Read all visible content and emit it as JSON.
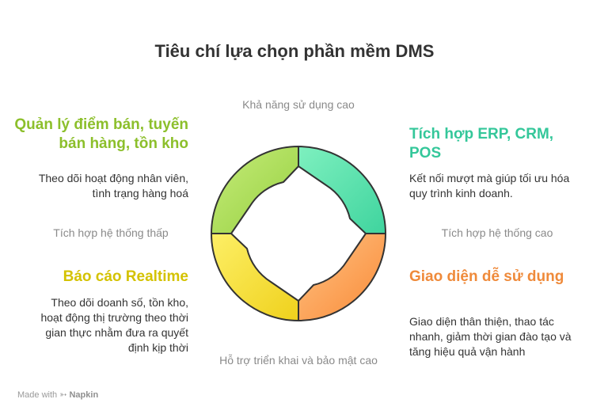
{
  "title": "Tiêu chí lựa chọn phần mềm DMS",
  "axes": {
    "top": "Khả năng sử dụng cao",
    "left": "Tích hợp hệ thống thấp",
    "right": "Tích hợp hệ thống cao",
    "bottom": "Hỗ trợ triển khai và bảo mật cao"
  },
  "quadrants": {
    "top_left": {
      "title": "Quản lý điểm bán, tuyến bán hàng, tồn kho",
      "description": "Theo dõi hoạt động nhân viên, tình trạng hàng hoá",
      "color": "#8cbf2b"
    },
    "top_right": {
      "title": "Tích hợp ERP, CRM, POS",
      "description": "Kết nối mượt mà giúp tối ưu hóa quy trình kinh doanh.",
      "color": "#34c79a"
    },
    "bottom_left": {
      "title": "Báo cáo Realtime",
      "description": "Theo dõi doanh số, tồn kho, hoạt động thị trường theo thời gian thực nhằm đưa ra quyết định kịp thời",
      "color": "#d4c200"
    },
    "bottom_right": {
      "title": "Giao diện dễ sử dụng",
      "description": "Giao diện thân thiện, thao tác nhanh, giảm thời gian đào tạo và tăng hiệu quả vận hành",
      "color": "#ef8a3a"
    }
  },
  "footer": {
    "prefix": "Made with",
    "brand": "Napkin"
  }
}
